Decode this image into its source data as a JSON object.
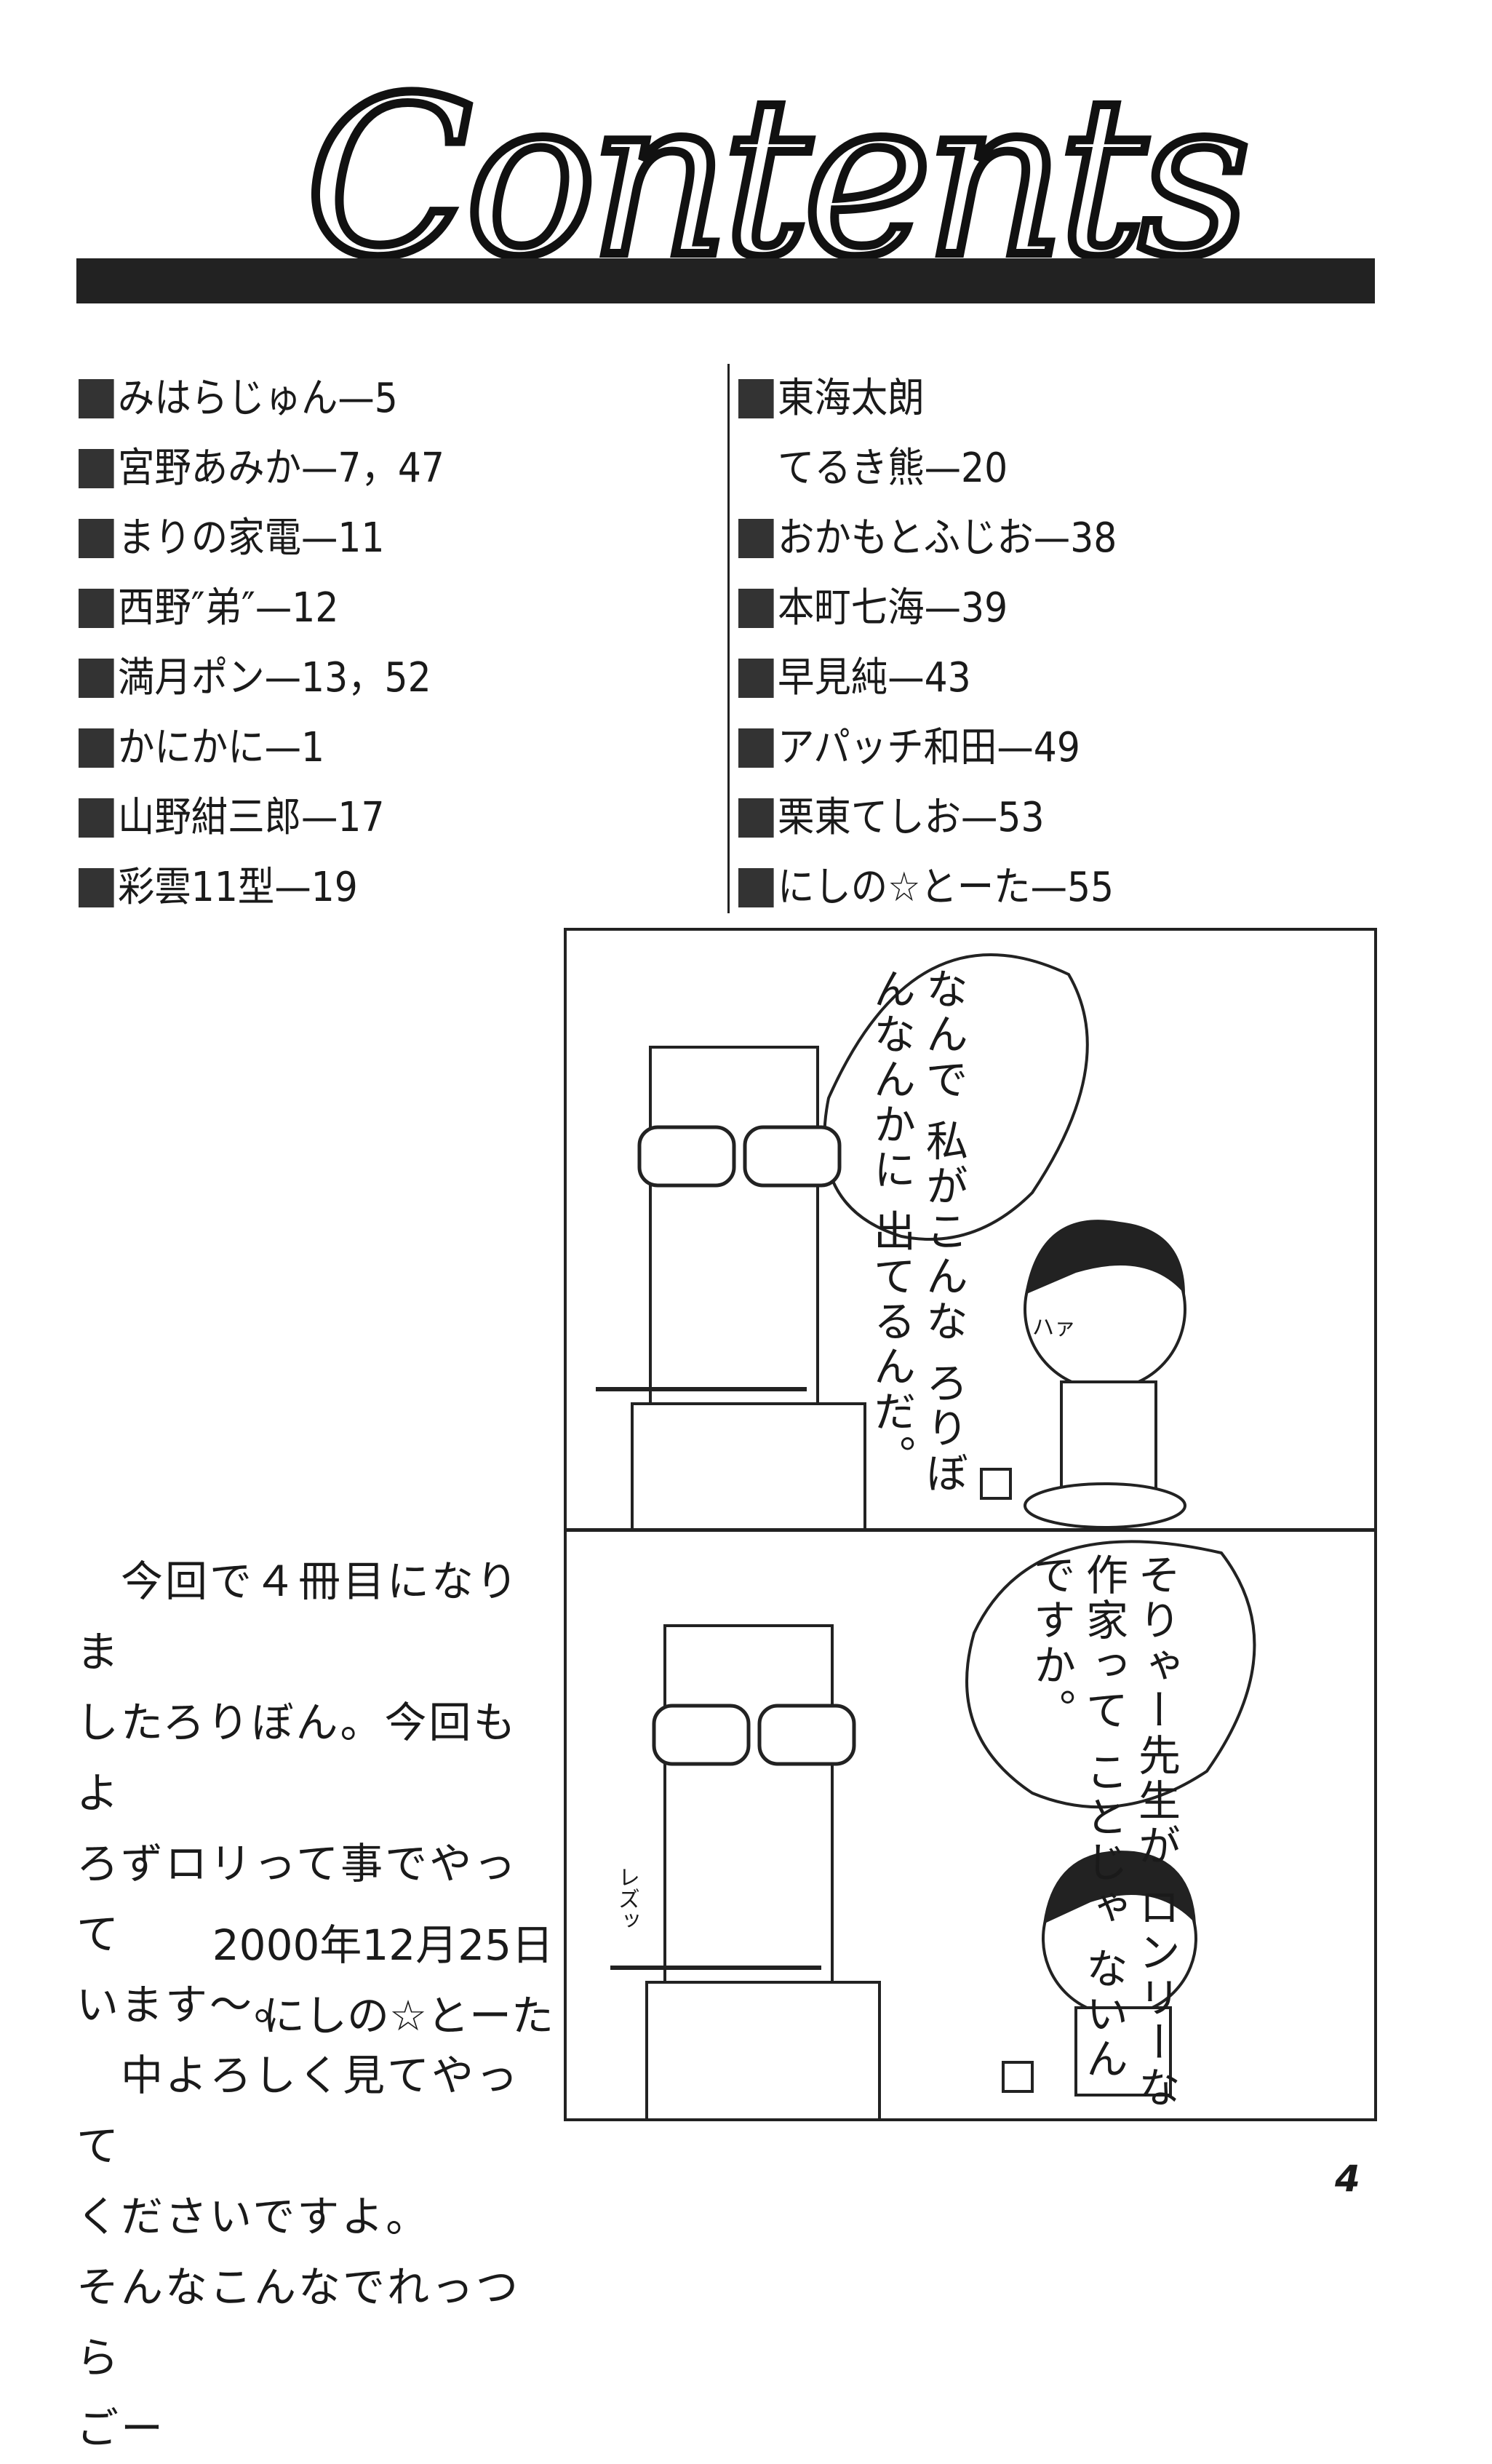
{
  "header": {
    "title": "Contents"
  },
  "contents_left": [
    {
      "name": "みはらじゅん",
      "pages": "5"
    },
    {
      "name": "宮野あみか",
      "pages": "7，47"
    },
    {
      "name": "まりの家電",
      "pages": "11"
    },
    {
      "name": "西野″弟″",
      "pages": "12"
    },
    {
      "name": "満月ポン",
      "pages": "13，52"
    },
    {
      "name": "かにかに",
      "pages": "1"
    },
    {
      "name": "山野紺三郎",
      "pages": "17"
    },
    {
      "name": "彩雲11型",
      "pages": "19"
    }
  ],
  "contents_right": [
    {
      "name": "東海太朗",
      "pages": ""
    },
    {
      "name": "てるき熊",
      "pages": "20"
    },
    {
      "name": "おかもとふじお",
      "pages": "38"
    },
    {
      "name": "本町七海",
      "pages": "39"
    },
    {
      "name": "早見純",
      "pages": "43"
    },
    {
      "name": "アパッチ和田",
      "pages": "49"
    },
    {
      "name": "栗東てしお",
      "pages": "53"
    },
    {
      "name": "にしの☆とーた",
      "pages": "55"
    }
  ],
  "separator": "—",
  "comic": {
    "panel1_bubble": "なんで\n私がこんな\nろりぼんなんかに\n出てるんだ。",
    "panel1_sfx": "ハァ",
    "panel2_bubble": "そりゃー先生が\nロンリーな\n作家って\nことじゃ\nないんですか。",
    "panel2_sfx": "レズッ"
  },
  "note": {
    "lines": [
      "　今回で４冊目になりま",
      "したろりぼん。今回もよ",
      "ろずロリって事でやって",
      "います～。",
      "　中よろしく見てやって",
      "くださいですよ。",
      "そんなこんなでれっつら",
      "ごー"
    ],
    "date": "2000年12月25日",
    "author": "にしの☆とーた"
  },
  "page_number": "4"
}
